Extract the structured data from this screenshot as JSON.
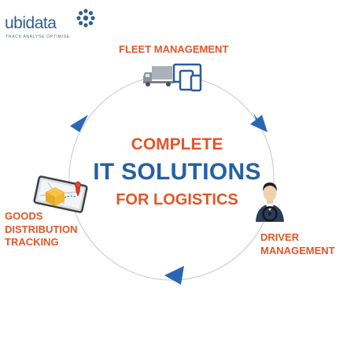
{
  "logo": {
    "wordmark": "ubidata",
    "tagline": "TRACK ANALYSE OPTIMISE",
    "mark_icon": "gear-dots-icon",
    "color": "#2f5f8f"
  },
  "center_text": {
    "line1": "COMPLETE",
    "line2": "IT SOLUTIONS",
    "line3": "FOR LOGISTICS"
  },
  "nodes": {
    "fleet": {
      "label": "FLEET MANAGEMENT",
      "icon": "truck-devices-icon"
    },
    "driver": {
      "label_line1": "DRIVER",
      "label_line2": "MANAGEMENT",
      "icon": "driver-avatar-icon"
    },
    "goods": {
      "label_line1": "GOODS",
      "label_line2": "DISTRIBUTION",
      "label_line3": "TRACKING",
      "icon": "tablet-map-package-icon"
    }
  },
  "colors": {
    "orange": "#e45528",
    "blue": "#2461a4",
    "arrow": "#2a66b4",
    "circle": "#cfcfcf"
  }
}
